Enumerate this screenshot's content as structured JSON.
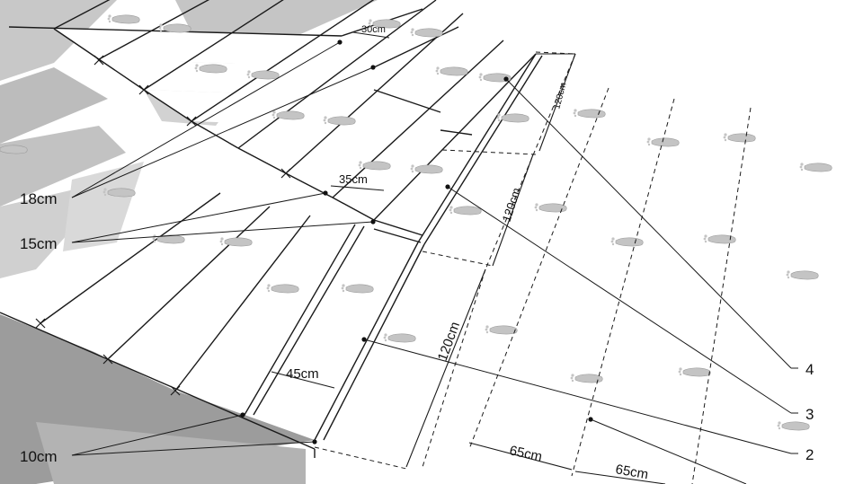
{
  "callouts": {
    "riser_18": "18cm",
    "riser_15": "15cm",
    "riser_10": "10cm",
    "n4": "4",
    "n3": "3",
    "n2": "2"
  },
  "dimensions": {
    "tread_30": "30cm",
    "tread_35": "35cm",
    "tread_45": "45cm",
    "depth_120_top": "120cm",
    "depth_120_mid": "120cm",
    "depth_120_low": "120cm",
    "stride_65_a": "65cm",
    "stride_65_b": "65cm"
  },
  "colors": {
    "line": "#1a1a1a",
    "shadow": "#b9b9b9",
    "shadow_dark": "#8f8f8f",
    "footprint": "#c4c4c4",
    "tread": "#ffffff"
  }
}
